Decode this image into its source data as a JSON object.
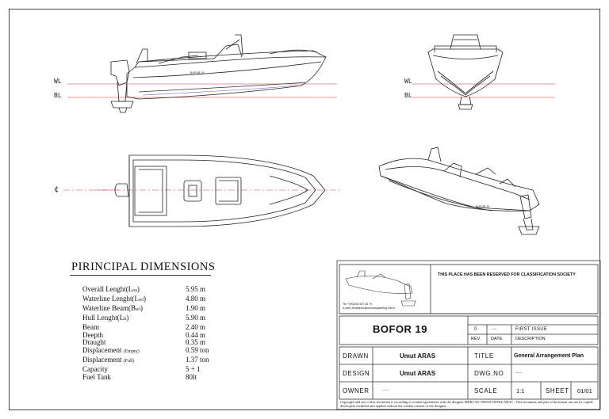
{
  "views": {
    "wl_label": "WL",
    "bl_label": "BL",
    "cl_label": "¢"
  },
  "hull_name_print": "BOFOR 19",
  "dimensions": {
    "title": "PIRINCIPAL DIMENSIONS",
    "rows": [
      {
        "label": "Overall Lenght(L",
        "sub": "oa",
        "tail": ")",
        "value": "5.95 m"
      },
      {
        "label": "Waterline Lenght(L",
        "sub": "wl",
        "tail": ")",
        "value": "4.80 m"
      },
      {
        "label": "Waterline Beam(B",
        "sub": "wl",
        "tail": ")",
        "value": "1.90 m"
      },
      {
        "label": "Hull Lenght(L",
        "sub": "h",
        "tail": ")",
        "value": "5.90 m"
      },
      {
        "label": "Beam",
        "sub": "",
        "tail": "",
        "value": "2.40 m"
      },
      {
        "label": "Deepth",
        "sub": "",
        "tail": "",
        "value": "0.44 m"
      },
      {
        "label": "Draught",
        "sub": "",
        "tail": "",
        "value": "0.35 m"
      },
      {
        "label": "Displacement ",
        "sub": "(Empty)",
        "tail": "",
        "value": "0.59 ton"
      },
      {
        "label": "Displacement ",
        "sub": "(Full)",
        "tail": "",
        "value": "1.37 ton"
      },
      {
        "label": "Capacity",
        "sub": "",
        "tail": "",
        "value": "5 + 1"
      },
      {
        "label": "Fuel Tank",
        "sub": "",
        "tail": "",
        "value": "80lt"
      }
    ]
  },
  "title_block": {
    "reserved": "THIS PLACE HAS BEEN RESERVED FOR CLASSIFICATION SOCIETY",
    "contact_tel": "Tel: +(90)252 537 36 79",
    "contact_email": "e-mail: emailtemo@mercanyachting.com.tr",
    "project_name": "BOFOR 19",
    "rev_value": "0",
    "rev_dots": "....",
    "rev_desc_value": "FIRST ISSUE",
    "rev_header": "REV",
    "date_header": "DATE",
    "desc_header": "DESCRIPTION",
    "drawn_label": "Drawn",
    "drawn_value": "Umut ARAS",
    "title_label": "Title",
    "title_value": "General Arrangement Plan",
    "design_label": "Design",
    "design_value": "Umut ARAS",
    "dwgno_label": "Dwg.No",
    "dwgno_value": "....",
    "owner_label": "Owner",
    "owner_value": "....",
    "scale_label": "Scale",
    "scale_value": "1:1",
    "sheet_label": "Sheet",
    "sheet_value": "01/01",
    "copyright": "Copyright and use of this document is according to written agreements with the designer MERCAN TEKNE DENIZ ARAC.. This document and part of document can not be copied, developed, modified and applied without the written consent of the designer."
  }
}
